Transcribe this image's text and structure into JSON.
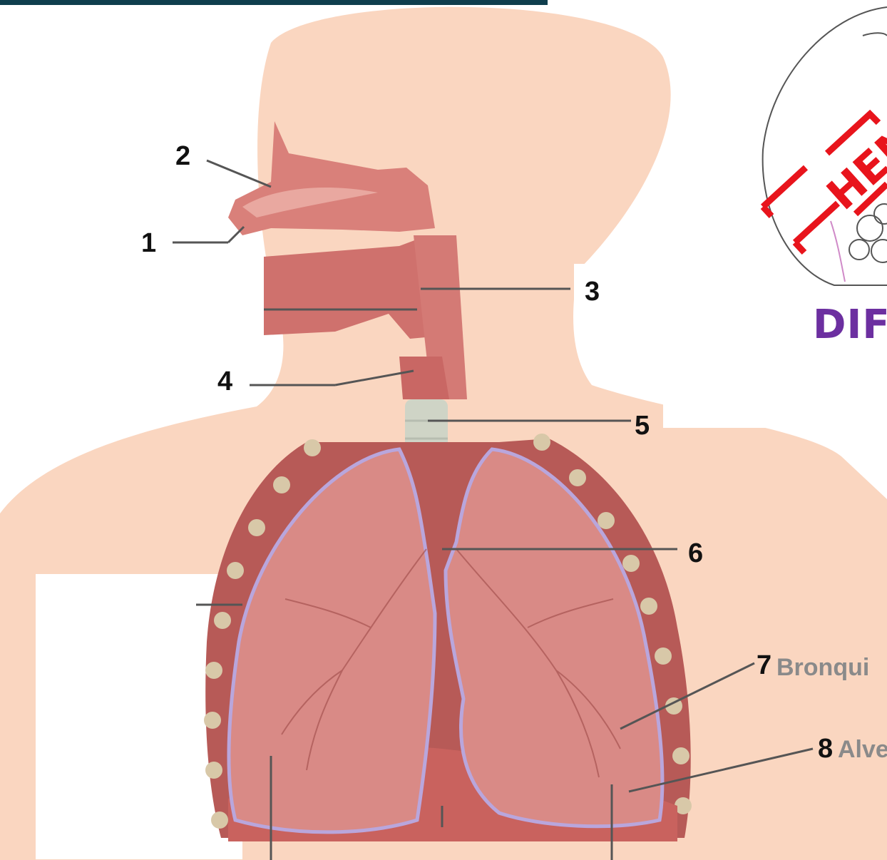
{
  "labels": {
    "n1": "1",
    "n2": "2",
    "n3": "3",
    "n4": "4",
    "n5": "5",
    "n6": "6",
    "n7": "7",
    "n8": "8",
    "t7": "Bronqui",
    "t8": "Alve"
  },
  "inset": {
    "caption": "DIF",
    "stamp_text": "HEM"
  },
  "colors": {
    "skin": "#fad6c0",
    "tissue": "#d9807a",
    "tissue_dark": "#b75a57",
    "lung": "#d98a86",
    "trachea": "#cfd4c6",
    "pleura": "#b9a6dc",
    "rib": "#d8c8a8",
    "stamp": "#e8141c",
    "caption": "#6c2fa0",
    "topbar": "#0f3e4d"
  }
}
